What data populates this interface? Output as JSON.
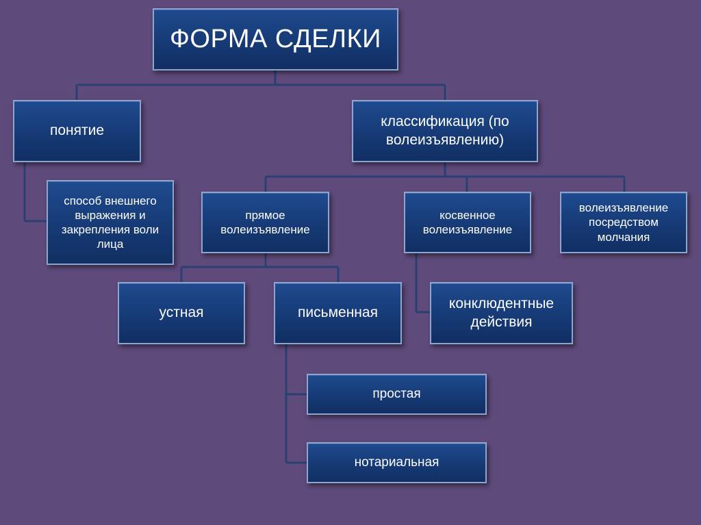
{
  "diagram": {
    "title": "ФОРМА СДЕЛКИ",
    "concept": "понятие",
    "concept_definition": "способ внешнего выражения и закрепления воли лица",
    "classification": "классификация (по волеизъявлению)",
    "direct": "прямое волеизъявление",
    "indirect": "косвенное волеизъявление",
    "silence": "волеизъявление посредством молчания",
    "oral": "устная",
    "written": "письменная",
    "conclusive": "конклюдентные действия",
    "simple": "простая",
    "notarial": "нотариальная"
  },
  "colors": {
    "background": "#5e4a7b",
    "box_fill": "#1a4080",
    "box_border": "#8ea6cf",
    "connector": "#2a3f72",
    "text": "#ffffff"
  }
}
